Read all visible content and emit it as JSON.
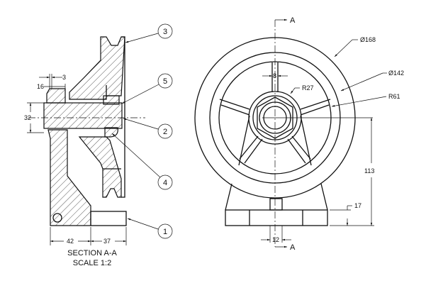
{
  "section_view": {
    "title": "SECTION A-A",
    "scale": "SCALE 1:2",
    "dims": {
      "d16": "16",
      "d3": "3",
      "d32": "32",
      "d42": "42",
      "d37": "37"
    },
    "balloons": [
      "3",
      "5",
      "2",
      "4",
      "1"
    ]
  },
  "front_view": {
    "section_mark": "A",
    "dims": {
      "dia168": "Ø168",
      "dia142": "Ø142",
      "r61": "R61",
      "r27": "R27",
      "d8": "8",
      "d113": "113",
      "d17": "17",
      "d12": "12"
    }
  }
}
